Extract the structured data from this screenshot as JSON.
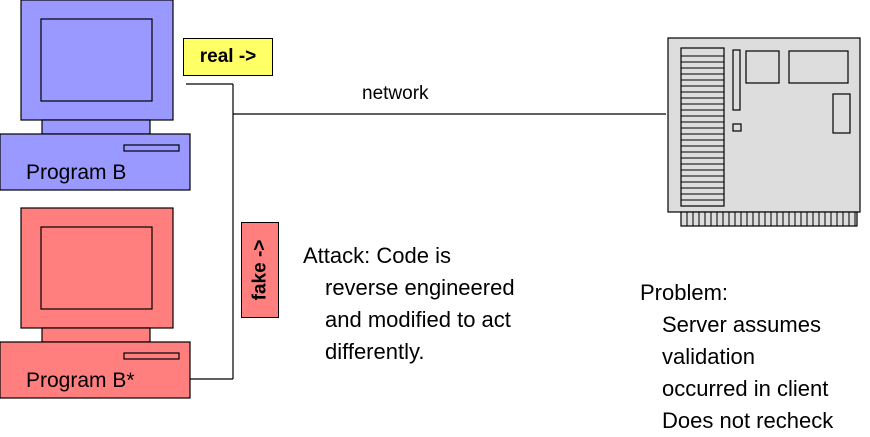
{
  "colors": {
    "program_b": "#9999ff",
    "program_b_star": "#ff7f7f",
    "real_tag": "#ffff66",
    "fake_tag": "#ff7f7f",
    "server": "#dddddd"
  },
  "computers": {
    "program_b_label": "Program B",
    "program_b_star_label": "Program B*"
  },
  "tags": {
    "real": "real ->",
    "fake": "fake ->"
  },
  "network_label": "network",
  "attack": {
    "line1": "Attack: Code is",
    "line2": "reverse engineered",
    "line3": "and modified to act",
    "line4": "differently."
  },
  "problem": {
    "line1": "Problem:",
    "line2": "Server assumes",
    "line3": "validation",
    "line4": "occurred in client",
    "line5": "Does not recheck"
  }
}
